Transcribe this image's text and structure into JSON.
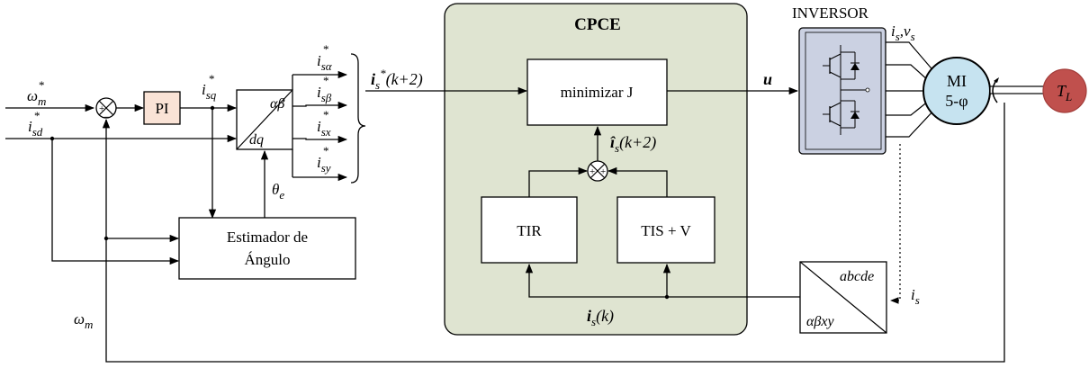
{
  "colors": {
    "cpce_fill": "#dfe4d1",
    "pi_fill": "#fae3d6",
    "inverter_fill": "#cbd1e2",
    "motor_fill": "#c6e3f0",
    "load_fill": "#c0504d",
    "line": "#000000"
  },
  "blocks": {
    "pi": "PI",
    "cpce_title": "CPCE",
    "minimize": "minimizar J",
    "tir": "TIR",
    "tis_v": "TIS + V",
    "estimator": [
      "Estimador de",
      "Ángulo"
    ],
    "transform_ab": "αβ",
    "transform_dq": "dq",
    "inverter_title": "INVERSOR",
    "motor": [
      "MI",
      "5-φ"
    ],
    "conv_abcde": "abcde",
    "conv_abxy": "αβxy"
  },
  "signals": {
    "omega_m_ref": {
      "base": "ω",
      "sub": "m",
      "sup": "*"
    },
    "i_sd_ref": {
      "base": "i",
      "sub": "sd",
      "sup": "*"
    },
    "i_sq_ref": {
      "base": "i",
      "sub": "sq",
      "sup": "*"
    },
    "theta_e": {
      "base": "θ",
      "sub": "e"
    },
    "i_salpha_ref": {
      "base": "i",
      "sub": "sα",
      "sup": "*"
    },
    "i_sbeta_ref": {
      "base": "i",
      "sub": "sβ",
      "sup": "*"
    },
    "i_sx_ref": {
      "base": "i",
      "sub": "sx",
      "sup": "*"
    },
    "i_sy_ref": {
      "base": "i",
      "sub": "sy",
      "sup": "*"
    },
    "i_s_ref_k2": {
      "base": "i",
      "sub": "s",
      "sup": "*",
      "tail": "(k+2)"
    },
    "i_s_hat_k2": {
      "base": "î",
      "sub": "s",
      "tail": "(k+2)"
    },
    "u": "u",
    "is_vs": {
      "a": "i",
      "a_sub": "s",
      "sep": ",",
      "b": "v",
      "b_sub": "s"
    },
    "i_s_k": {
      "base": "i",
      "sub": "s",
      "tail": "(k)"
    },
    "i_s": {
      "base": "i",
      "sub": "s"
    },
    "omega_m": {
      "base": "ω",
      "sub": "m"
    },
    "t_load": {
      "base": "T",
      "sub": "L"
    }
  },
  "summing_signs": {
    "speed": {
      "left": "+",
      "bottom": "−"
    },
    "prediction": {
      "left": "+",
      "right": "+"
    }
  }
}
